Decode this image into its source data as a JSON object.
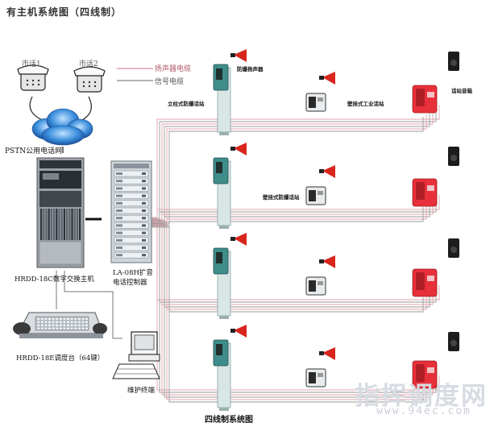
{
  "title": "有主机系统图（四线制）",
  "labels": {
    "phone1": "市话1",
    "phone2": "市话2",
    "speaker_cable": "扬声器电缆",
    "signal_cable": "信号电缆",
    "pstn": "PSTN公用电话网",
    "main_switch": "HRDD-18C数字交换主机",
    "controller_line1": "LA-08H扩音",
    "controller_line2": "电话控制器",
    "console": "HRDD-18E调度台（64键）",
    "terminal": "维护终端",
    "ex_speaker": "防爆扬声器",
    "column_ex_phone": "立柱式防爆话站",
    "wall_industrial_phone": "壁挂式工业话站",
    "phone_sound_box": "话站音箱",
    "wall_ex_phone": "壁挂式防爆话站",
    "bottom_caption": "四线制系统图"
  },
  "watermark": {
    "cn": "指挥调度网",
    "url": "www.94ec.com"
  },
  "colors": {
    "speaker_cable": "#e0a3ae",
    "signal_cable": "#9a9a9a",
    "horn": "#d8261c",
    "column_body": "#3f8d8a",
    "wall_red": "#e8303a",
    "cabinet": "#a7acb3",
    "cloud": "#2f7fd0"
  }
}
